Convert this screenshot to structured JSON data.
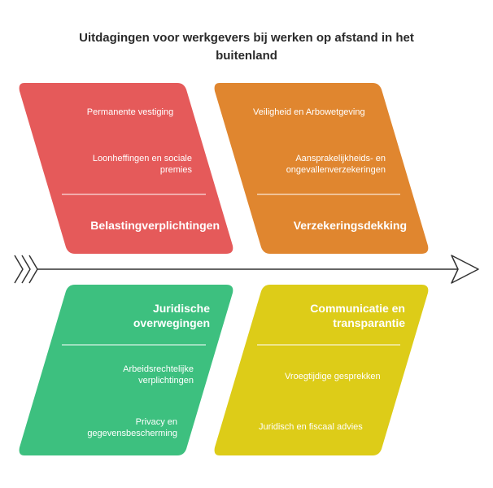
{
  "title": "Uitdagingen voor werkgevers bij werken op afstand in het buitenland",
  "colors": {
    "red": "#E55A5A",
    "orange": "#E0862F",
    "green": "#3DC07F",
    "yellow": "#DDCC18",
    "arrow": "#333333"
  },
  "branches": {
    "belasting": {
      "heading": "Belastingverplichtingen",
      "items": [
        "Permanente vestiging",
        "Loonheffingen en sociale premies"
      ]
    },
    "verzekering": {
      "heading": "Verzekeringsdekking",
      "items": [
        "Veiligheid en Arbowetgeving",
        "Aansprakelijkheids- en ongevallenverzekeringen"
      ]
    },
    "juridisch": {
      "heading": "Juridische overwegingen",
      "items": [
        "Arbeidsrechtelijke verplichtingen",
        "Privacy en gegevensbescherming"
      ]
    },
    "communicatie": {
      "heading": "Communicatie en transparantie",
      "items": [
        "Vroegtijdige gesprekken",
        "Juridisch en fiscaal advies"
      ]
    }
  }
}
